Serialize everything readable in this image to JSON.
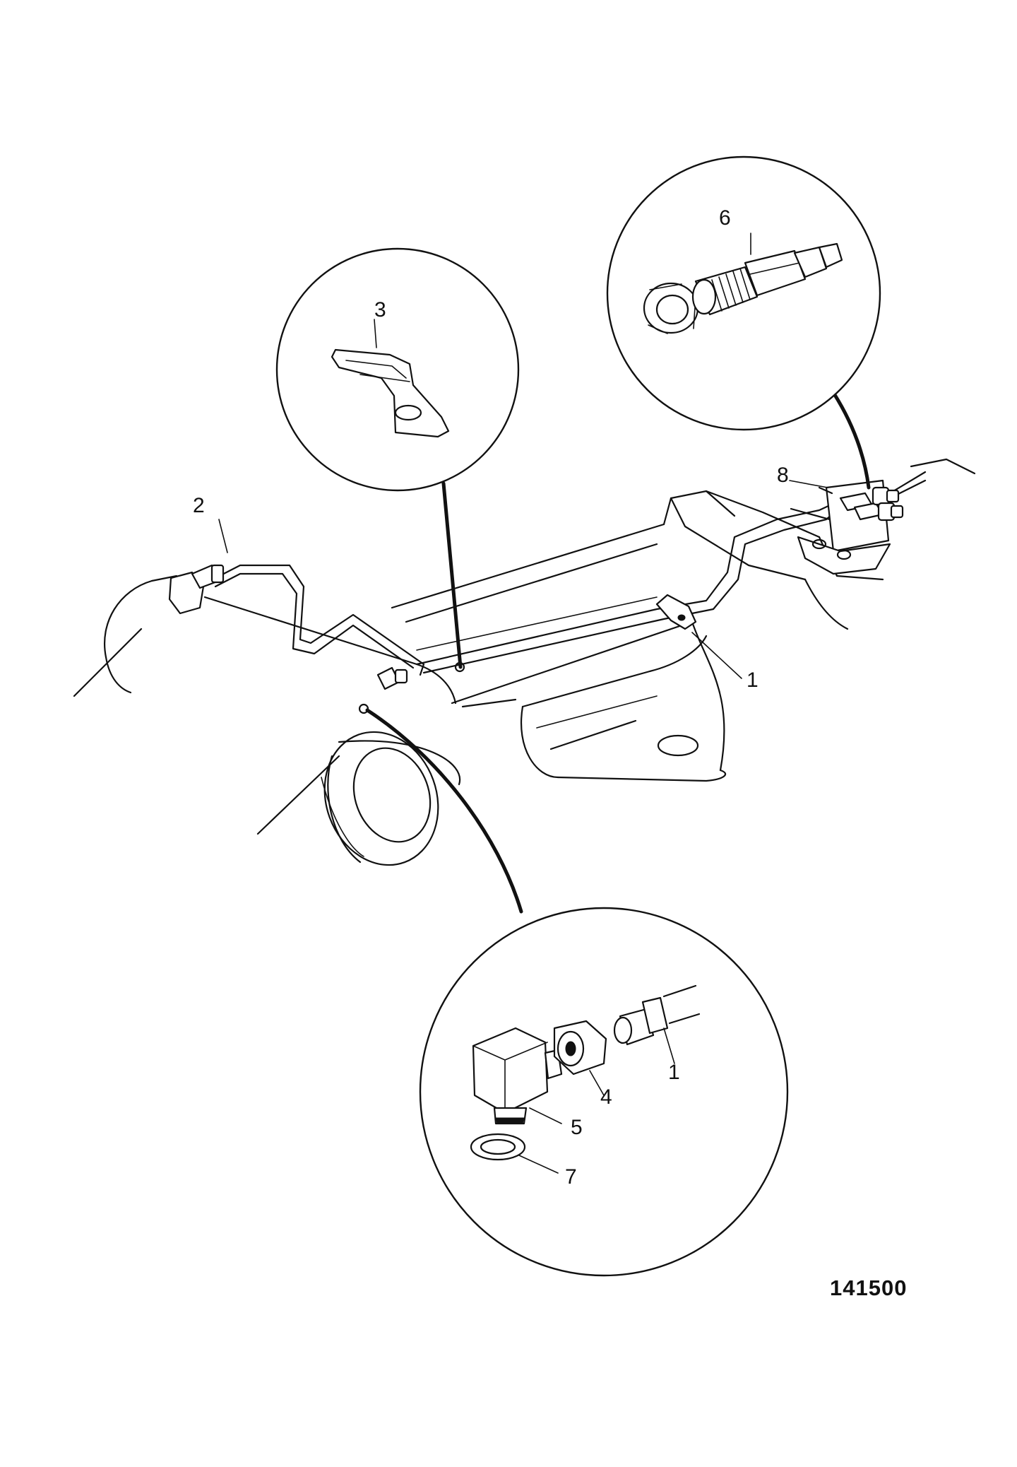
{
  "figure": {
    "figure_number": "141500"
  },
  "callouts": {
    "c1_main": "1",
    "c2": "2",
    "c3": "3",
    "c4": "4",
    "c5": "5",
    "c6": "6",
    "c7": "7",
    "c8": "8",
    "c1_detail": "1"
  }
}
